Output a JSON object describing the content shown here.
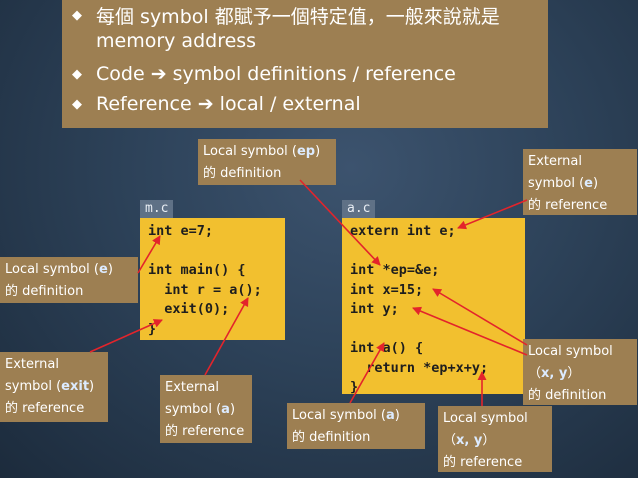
{
  "bullets": [
    {
      "line1": "每個 symbol 都賦予一個特定值，一般來說就是",
      "line2": "memory address"
    },
    {
      "pre": "Code ",
      "arrow": "➔",
      "post": " symbol definitions / reference"
    },
    {
      "pre": "Reference ",
      "arrow": "➔",
      "post": " local / external"
    }
  ],
  "files": {
    "m": {
      "tab": "m.c",
      "code": "int e=7;\n\nint main() {\n  int r = a();\n  exit(0);\n}"
    },
    "a": {
      "tab": "a.c",
      "code": "extern int e;\n\nint *ep=&e;\nint x=15;\nint y;\n\nint a() {\n  return *ep+x+y;\n}"
    }
  },
  "callouts": {
    "ep_def": {
      "l1": "Local symbol (",
      "sym": "ep",
      "l1b": ")",
      "l2": "的 definition"
    },
    "e_ext": {
      "l1": "External",
      "l2": "symbol (",
      "sym": "e",
      "l2b": ")",
      "l3": "的 reference"
    },
    "e_def": {
      "l1": "Local symbol (",
      "sym": "e",
      "l1b": ")",
      "l2": "的 definition"
    },
    "exit_ref": {
      "l1": "External",
      "l2": "symbol (",
      "sym": "exit",
      "l2b": ")",
      "l3": "的 reference"
    },
    "a_ref": {
      "l1": "External",
      "l2": "symbol (",
      "sym": "a",
      "l2b": ")",
      "l3": "的 reference"
    },
    "a_def": {
      "l1": "Local symbol (",
      "sym": "a",
      "l1b": ")",
      "l2": "的 definition"
    },
    "xy_def": {
      "l1": "Local symbol",
      "l2": "（",
      "sym": "x, y",
      "l2b": "）",
      "l3": "的 definition"
    },
    "xy_ref": {
      "l1": "Local symbol",
      "l2": "（",
      "sym": "x, y",
      "l2b": "）",
      "l3": "的 reference"
    }
  },
  "colors": {
    "arrow": "#e3242b",
    "panel": "#9d7f52",
    "code_bg": "#f2c02f"
  }
}
